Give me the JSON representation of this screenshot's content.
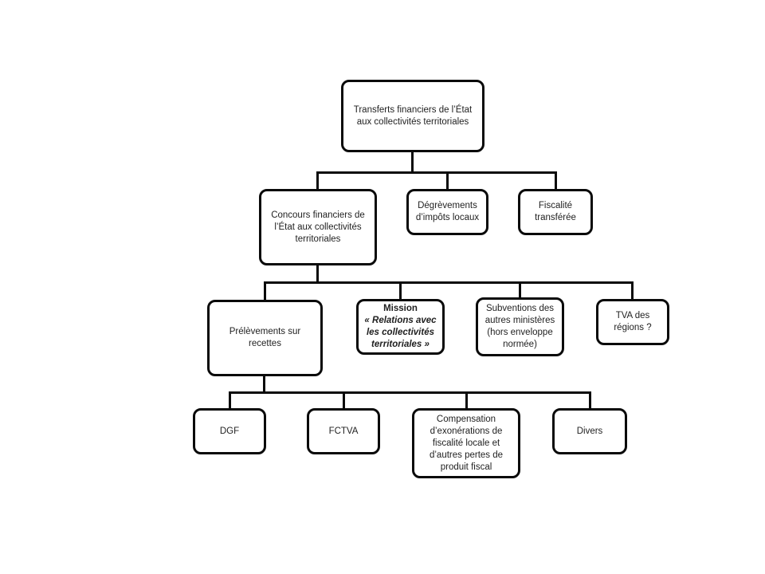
{
  "page": {
    "background_color": "#ffffff"
  },
  "diagram": {
    "type": "org-chart",
    "colors": {
      "box_border": "#0a0a0a",
      "box_fill": "#ffffff",
      "text": "#1f1f1f",
      "connector": "#0a0a0a"
    },
    "nodes": {
      "root": {
        "label": "Transferts financiers de l’État\naux collectivités territoriales"
      },
      "concours": {
        "label": "Concours financiers de\nl’État aux collectivités\nterritoriales"
      },
      "degrevements": {
        "label": "Dégrèvements\nd’impôts locaux"
      },
      "fiscalite": {
        "label": "Fiscalité\ntransférée"
      },
      "prelevements": {
        "label": "Prélèvements sur\nrecettes"
      },
      "mission": {
        "title": "Mission",
        "quote": "« Relations avec\nles collectivités\nterritoriales »"
      },
      "subventions": {
        "label": "Subventions des\nautres ministères\n(hors enveloppe\nnormée)"
      },
      "tva": {
        "label": "TVA des\nrégions ?"
      },
      "dgf": {
        "label": "DGF"
      },
      "fctva": {
        "label": "FCTVA"
      },
      "compensation": {
        "label": "Compensation\nd’exonérations de\nfiscalité locale et\nd’autres pertes de\nproduit fiscal"
      },
      "divers": {
        "label": "Divers"
      }
    },
    "edges": [
      {
        "from": "root",
        "to": "concours"
      },
      {
        "from": "root",
        "to": "degrevements"
      },
      {
        "from": "root",
        "to": "fiscalite"
      },
      {
        "from": "concours",
        "to": "prelevements"
      },
      {
        "from": "concours",
        "to": "mission"
      },
      {
        "from": "concours",
        "to": "subventions"
      },
      {
        "from": "concours",
        "to": "tva"
      },
      {
        "from": "prelevements",
        "to": "dgf"
      },
      {
        "from": "prelevements",
        "to": "fctva"
      },
      {
        "from": "prelevements",
        "to": "compensation"
      },
      {
        "from": "prelevements",
        "to": "divers"
      }
    ]
  }
}
